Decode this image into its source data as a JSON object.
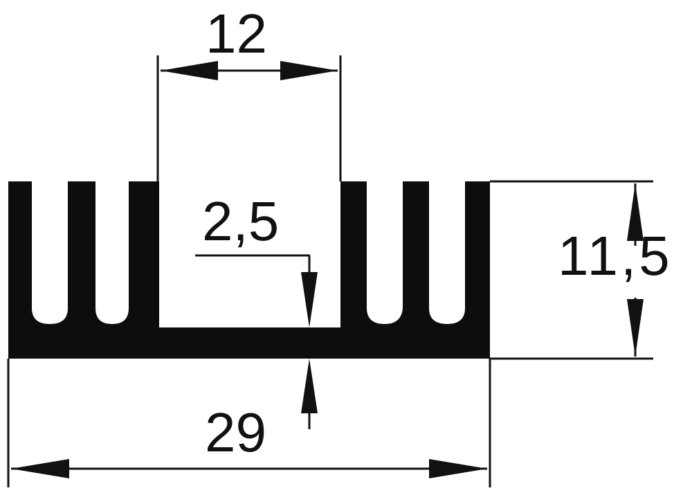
{
  "drawing": {
    "type": "heatsink-profile-cross-section",
    "colors": {
      "profile_fill": "#0d0d0d",
      "line": "#111111",
      "background": "#ffffff"
    },
    "dimensions": {
      "top_channel_width": {
        "label": "12",
        "orientation": "horizontal"
      },
      "base_thickness": {
        "label": "2,5",
        "orientation": "vertical"
      },
      "overall_height": {
        "label": "11,5",
        "orientation": "vertical"
      },
      "overall_width": {
        "label": "29",
        "orientation": "horizontal"
      }
    },
    "fins": {
      "left_group_count": 3,
      "right_group_count": 3
    }
  }
}
